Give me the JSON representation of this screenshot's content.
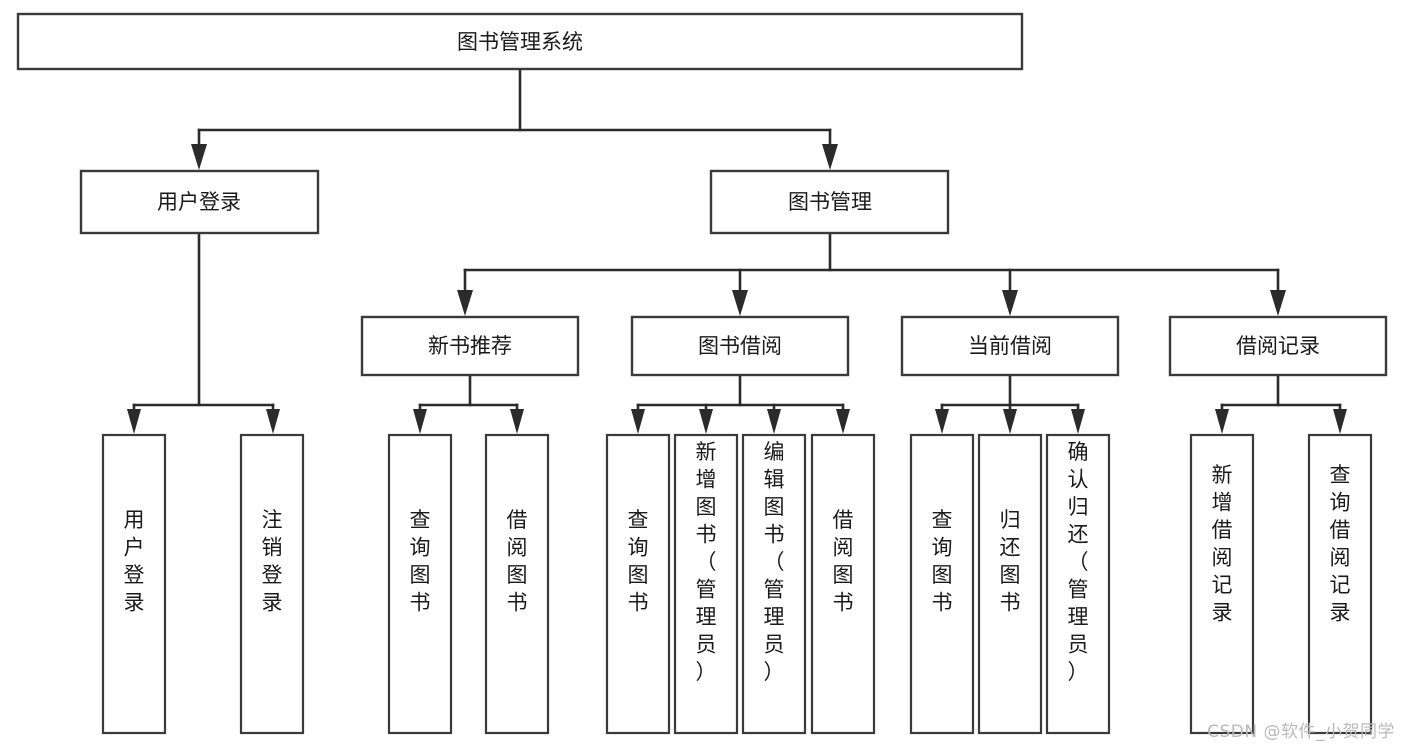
{
  "diagram": {
    "title": "图书管理系统",
    "type": "功能结构图",
    "root": {
      "id": "root",
      "label": "图书管理系统"
    },
    "level2": [
      {
        "id": "user-login",
        "label": "用户登录"
      },
      {
        "id": "book-manage",
        "label": "图书管理"
      }
    ],
    "level3": [
      {
        "id": "new-book-recommend",
        "label": "新书推荐",
        "parent": "book-manage"
      },
      {
        "id": "book-borrow",
        "label": "图书借阅",
        "parent": "book-manage"
      },
      {
        "id": "current-borrow",
        "label": "当前借阅",
        "parent": "book-manage"
      },
      {
        "id": "borrow-record",
        "label": "借阅记录",
        "parent": "book-manage"
      }
    ],
    "leaves": {
      "user-login": [
        {
          "id": "leaf-user-login",
          "label": "用户登录"
        },
        {
          "id": "leaf-user-logout",
          "label": "注销登录"
        }
      ],
      "new-book-recommend": [
        {
          "id": "leaf-query-book-1",
          "label": "查询图书"
        },
        {
          "id": "leaf-borrow-book-1",
          "label": "借阅图书"
        }
      ],
      "book-borrow": [
        {
          "id": "leaf-query-book-2",
          "label": "查询图书"
        },
        {
          "id": "leaf-add-book",
          "label": "新增图书（管理员）"
        },
        {
          "id": "leaf-edit-book",
          "label": "编辑图书（管理员）"
        },
        {
          "id": "leaf-borrow-book-2",
          "label": "借阅图书"
        }
      ],
      "current-borrow": [
        {
          "id": "leaf-query-book-3",
          "label": "查询图书"
        },
        {
          "id": "leaf-return-book",
          "label": "归还图书"
        },
        {
          "id": "leaf-confirm-return",
          "label": "确认归还（管理员）"
        }
      ],
      "borrow-record": [
        {
          "id": "leaf-add-record",
          "label": "新增借阅记录"
        },
        {
          "id": "leaf-query-record",
          "label": "查询借阅记录"
        }
      ]
    },
    "colors": {
      "box_stroke": "#3a3a3a",
      "connector": "#2b2b2b",
      "box_fill": "#ffffff",
      "text": "#1a1a1a",
      "watermark": "#b9b9b9"
    }
  },
  "watermark": {
    "text": "CSDN @软件_小贺同学"
  }
}
